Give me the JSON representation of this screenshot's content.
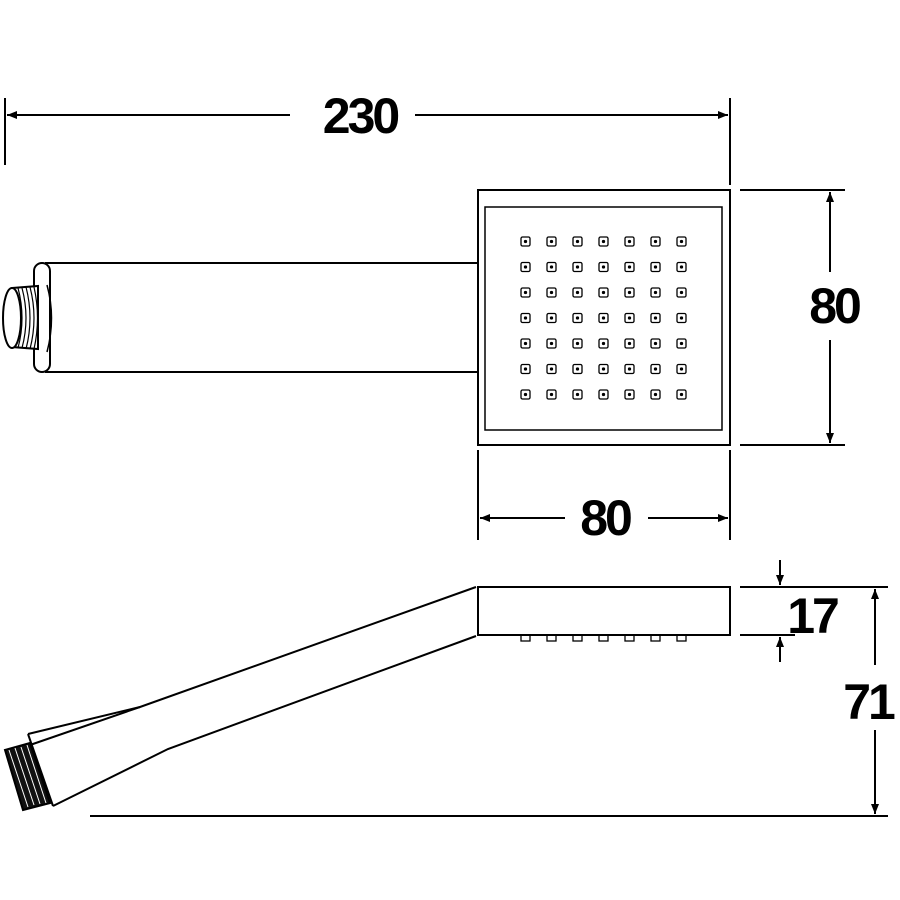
{
  "dimensions": {
    "total_length": "230",
    "head_height": "80",
    "head_width": "80",
    "head_thickness": "17",
    "overall_height": "71"
  },
  "nozzle_grid": {
    "rows": 7,
    "cols": 7
  },
  "colors": {
    "line": "#000000",
    "background": "#ffffff"
  }
}
